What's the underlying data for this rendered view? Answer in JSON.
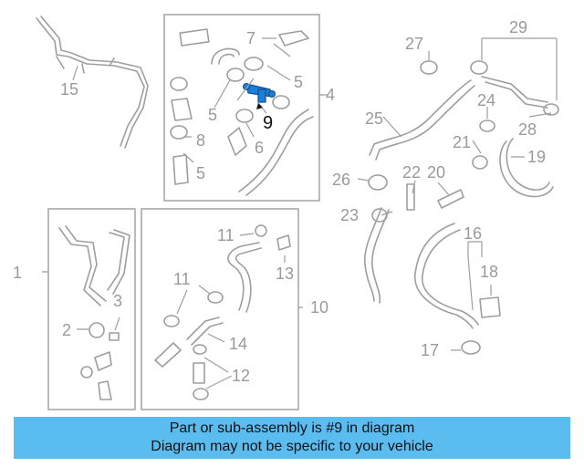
{
  "callouts": {
    "c1": "1",
    "c2": "2",
    "c3": "3",
    "c4": "4",
    "c5a": "5",
    "c5b": "5",
    "c5c": "5",
    "c6": "6",
    "c7": "7",
    "c8": "8",
    "c9": "9",
    "c10": "10",
    "c11a": "11",
    "c11b": "11",
    "c12": "12",
    "c13": "13",
    "c14": "14",
    "c15": "15",
    "c16": "16",
    "c17": "17",
    "c18": "18",
    "c19": "19",
    "c20": "20",
    "c21": "21",
    "c22": "22",
    "c23": "23",
    "c24": "24",
    "c25": "25",
    "c26": "26",
    "c27": "27",
    "c28": "28",
    "c29": "29"
  },
  "highlight": {
    "part_number": "9",
    "color": "#1e7fd6"
  },
  "banner": {
    "line1": "Part or sub-assembly is #9 in diagram",
    "line2": "Diagram may not be specific to your vehicle",
    "background": "#5bbcf0"
  }
}
